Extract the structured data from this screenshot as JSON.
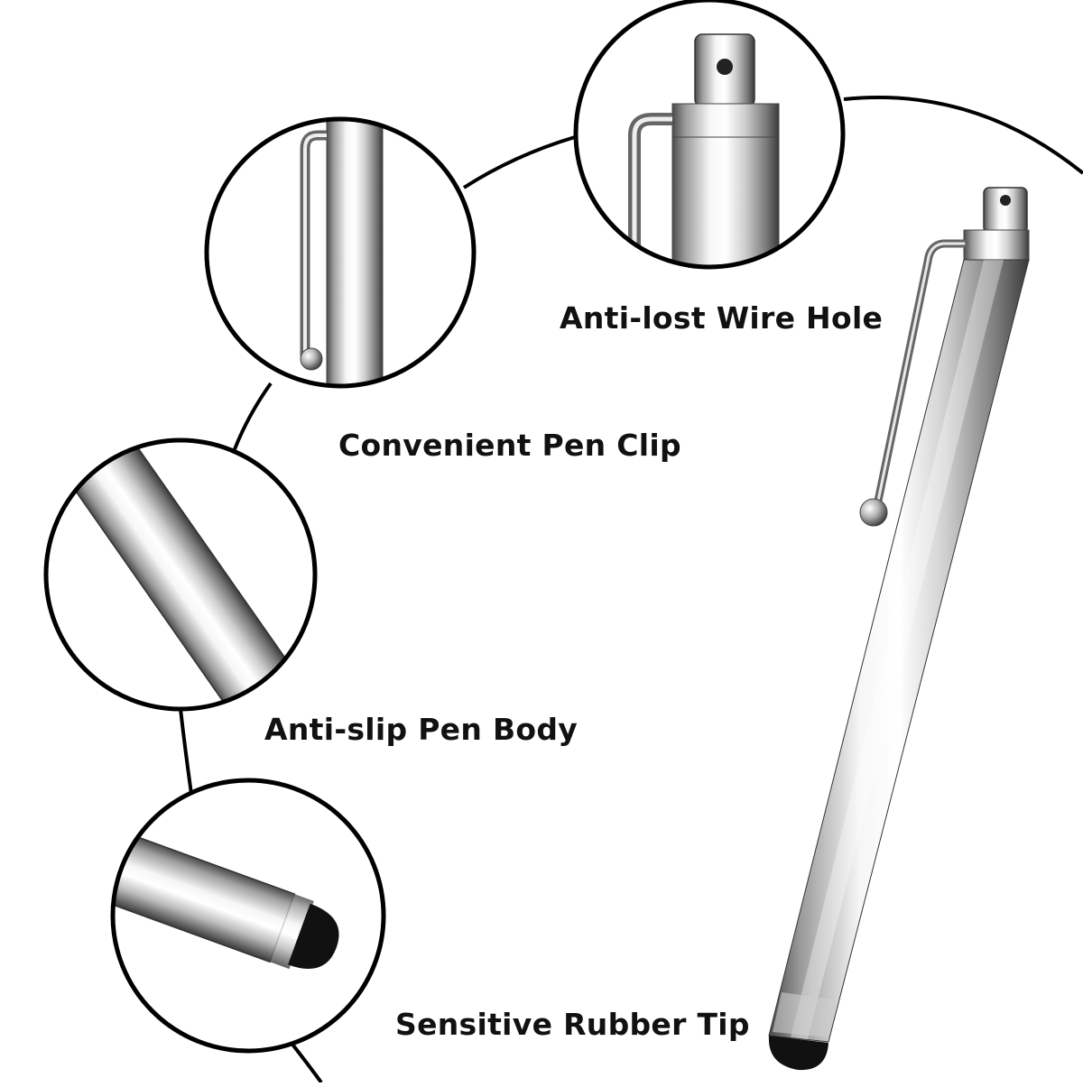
{
  "features": {
    "wire_hole_label": "Anti-lost Wire Hole",
    "pen_clip_label": "Convenient Pen Clip",
    "pen_body_label": "Anti-slip Pen Body",
    "rubber_tip_label": "Sensitive Rubber Tip"
  },
  "colors": {
    "background": "#ffffff",
    "outline": "#000000",
    "metal_light": "#f4f4f4",
    "metal_mid": "#bdbdbd",
    "metal_dark": "#3a3a3a",
    "rubber_tip": "#111111"
  }
}
